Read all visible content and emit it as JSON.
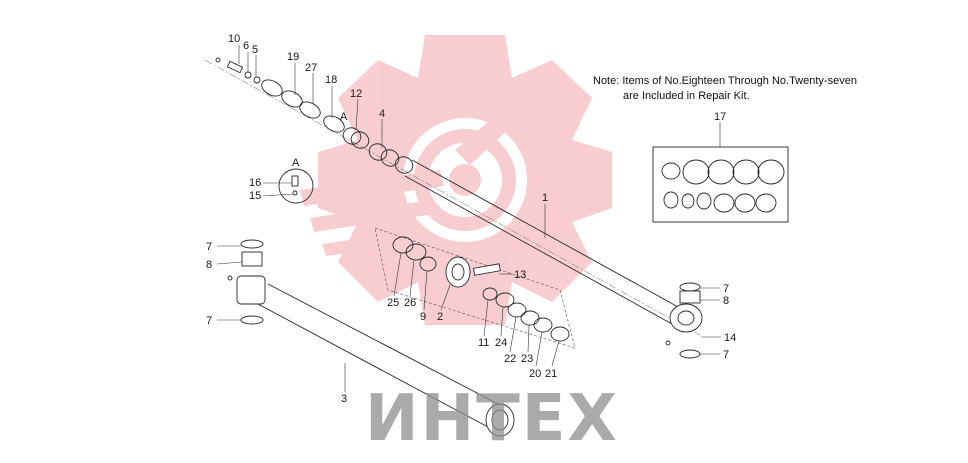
{
  "note": {
    "line1": "Note: Items of No.Eighteen Through No.Twenty-seven",
    "line2": "are Included in Repair Kit."
  },
  "watermark": {
    "text": "ИНТЕХ",
    "logo": "gear-wrench-logo",
    "color": "#f4a6aa"
  },
  "callouts": {
    "c10": "10",
    "c6": "6",
    "c5": "5",
    "c19": "19",
    "c27": "27",
    "c18": "18",
    "c12": "12",
    "cA_top": "A",
    "c4": "4",
    "c1": "1",
    "cA_detail": "A",
    "c16": "16",
    "c15": "15",
    "c7_a": "7",
    "c8_a": "8",
    "c7_b": "7",
    "c13": "13",
    "c25": "25",
    "c26": "26",
    "c9": "9",
    "c2": "2",
    "c11": "11",
    "c24": "24",
    "c22": "22",
    "c23": "23",
    "c20": "20",
    "c21": "21",
    "c3": "3",
    "c17": "17",
    "c7_c": "7",
    "c8_b": "8",
    "c14": "14",
    "c7_d": "7"
  }
}
